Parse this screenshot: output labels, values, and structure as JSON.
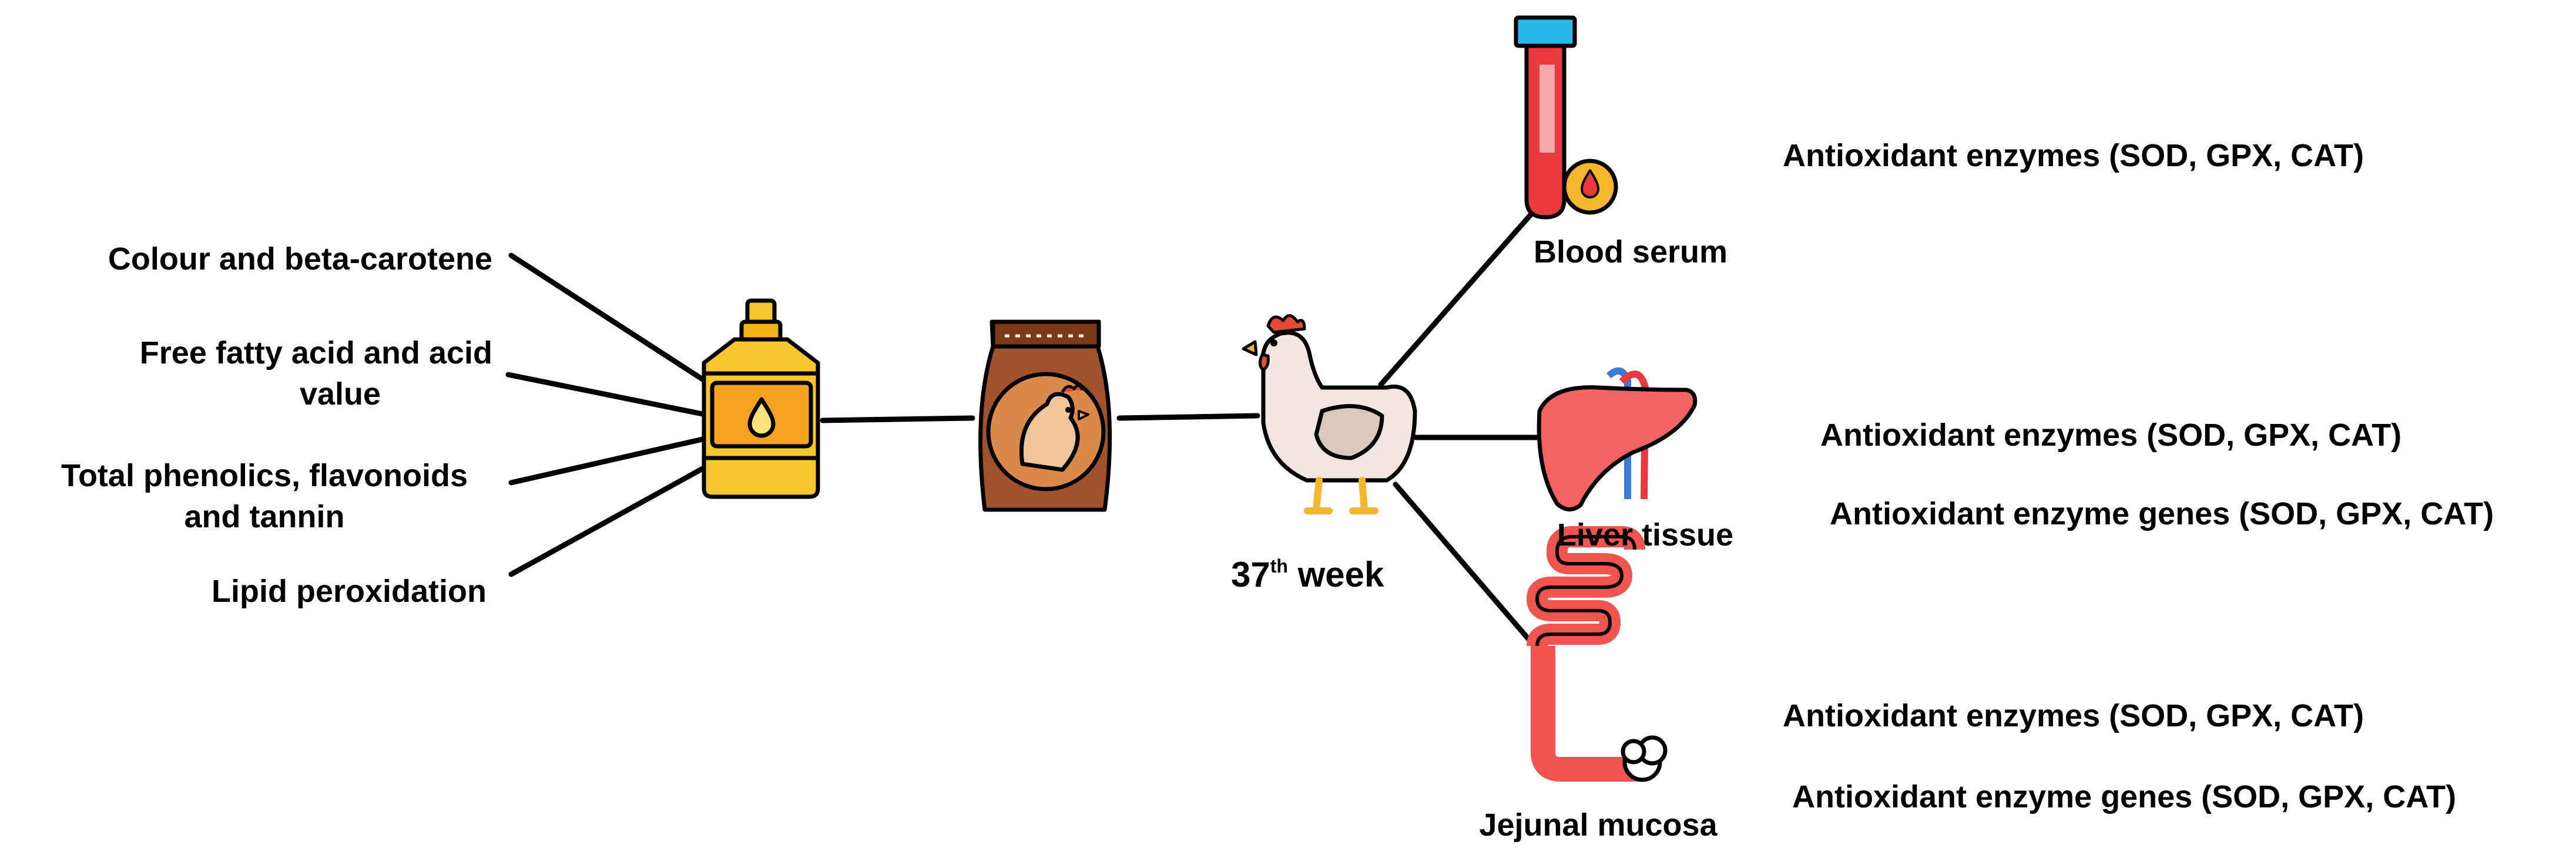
{
  "inputs": {
    "colour": "Colour and beta-carotene",
    "ffa_line1": "Free fatty acid and acid",
    "ffa_line2": "value",
    "phenolics_line1": "Total phenolics, flavonoids",
    "phenolics_line2": "and tannin",
    "lipid": "Lipid peroxidation"
  },
  "hen": {
    "week_num": "37",
    "week_sup": "th",
    "week_word": " week"
  },
  "tissues": {
    "blood": "Blood serum",
    "liver": "Liver tissue",
    "jejunal": "Jejunal mucosa"
  },
  "outcomes": {
    "blood_enzymes": "Antioxidant enzymes (SOD, GPX, CAT)",
    "liver_enzymes": "Antioxidant enzymes (SOD, GPX, CAT)",
    "liver_genes": "Antioxidant enzyme genes (SOD, GPX, CAT)",
    "jejunal_enzymes": "Antioxidant enzymes (SOD, GPX, CAT)",
    "jejunal_genes": "Antioxidant enzyme genes (SOD, GPX, CAT)"
  },
  "colors": {
    "oil": "#F7C62F",
    "feed_bag": "#A0522D",
    "tube_red": "#E8393E",
    "tube_cap": "#29B6E8",
    "liver": "#F26363",
    "intestine": "#F0544F"
  }
}
